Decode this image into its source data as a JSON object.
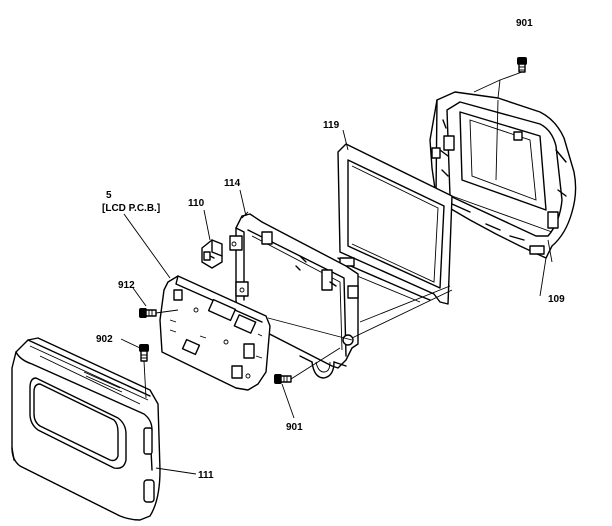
{
  "labels": {
    "p901_top": "901",
    "p119": "119",
    "p114": "114",
    "p5": "5",
    "p5_sub": "[LCD P.C.B.]",
    "p110": "110",
    "p912": "912",
    "p902": "902",
    "p901_bottom": "901",
    "p109": "109",
    "p111": "111"
  }
}
